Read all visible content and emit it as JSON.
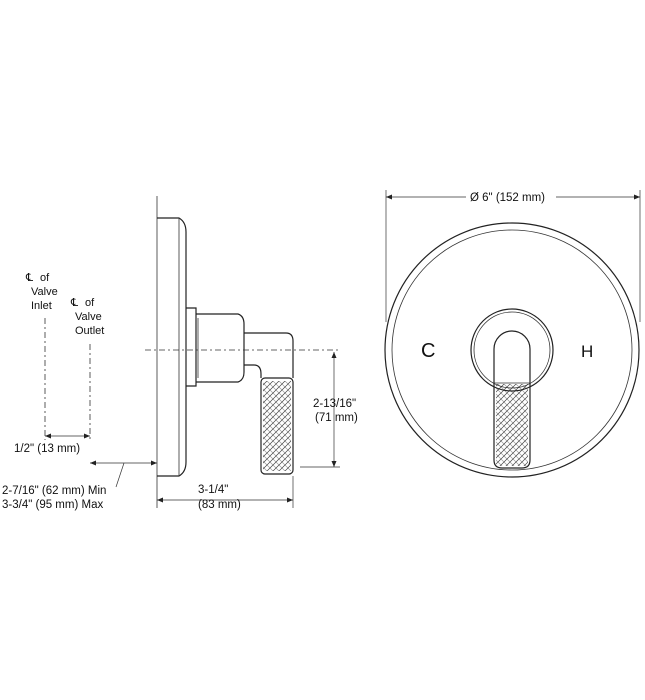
{
  "side_view": {
    "centerline_inlet": {
      "symbol": "℄",
      "line1": "of",
      "line2": "Valve",
      "line3": "Inlet"
    },
    "centerline_outlet": {
      "symbol": "℄",
      "line1": "of",
      "line2": "Valve",
      "line3": "Outlet"
    },
    "dim_half_inch": "1/2\" (13 mm)",
    "dim_depth_min": "2-7/16\" (62 mm) Min",
    "dim_depth_max": "3-3/4\" (95 mm) Max",
    "dim_projection_line1": "3-1/4\"",
    "dim_projection_line2": "(83 mm)",
    "dim_handle_line1": "2-13/16\"",
    "dim_handle_line2": "(71 mm)"
  },
  "front_view": {
    "dim_diameter": "Ø 6\" (152 mm)",
    "cold_symbol": "C",
    "hot_symbol": "H"
  }
}
